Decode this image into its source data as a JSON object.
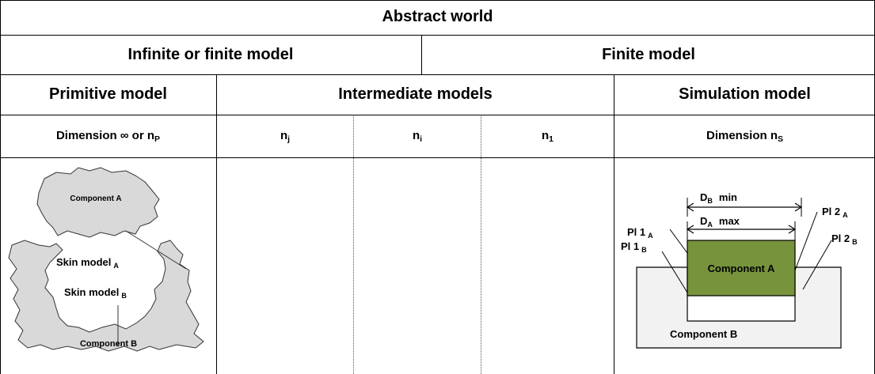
{
  "header": {
    "title": "Abstract world",
    "left_group": "Infinite or finite model",
    "right_group": "Finite model"
  },
  "columns": {
    "primitive": "Primitive model",
    "intermediate": "Intermediate models",
    "simulation": "Simulation model"
  },
  "dimensions": {
    "primitive_prefix": "Dimension ∞ or n",
    "primitive_sub": "P",
    "nj": "n",
    "nj_sub": "j",
    "ni": "n",
    "ni_sub": "i",
    "n1": "n",
    "n1_sub": "1",
    "sim_prefix": "Dimension n",
    "sim_sub": "S"
  },
  "primitive_figure": {
    "component_a": "Component A",
    "component_b": "Component B",
    "skin_a": "Skin model",
    "skin_a_sub": "A",
    "skin_b": "Skin model",
    "skin_b_sub": "B"
  },
  "simulation_figure": {
    "db_min": "D",
    "db_sub": "B",
    "db_suffix": "min",
    "da_max": "D",
    "da_sub": "A",
    "da_suffix": "max",
    "pl1a": "Pl 1",
    "pl1a_sub": "A",
    "pl1b": "Pl 1",
    "pl1b_sub": "B",
    "pl2a": "Pl 2",
    "pl2a_sub": "A",
    "pl2b": "Pl 2",
    "pl2b_sub": "B",
    "component_a": "Component A",
    "component_b": "Component B",
    "colors": {
      "component_a_fill": "#77933c",
      "component_b_fill": "#f2f2f2",
      "skin_fill": "#d9d9d9"
    }
  }
}
